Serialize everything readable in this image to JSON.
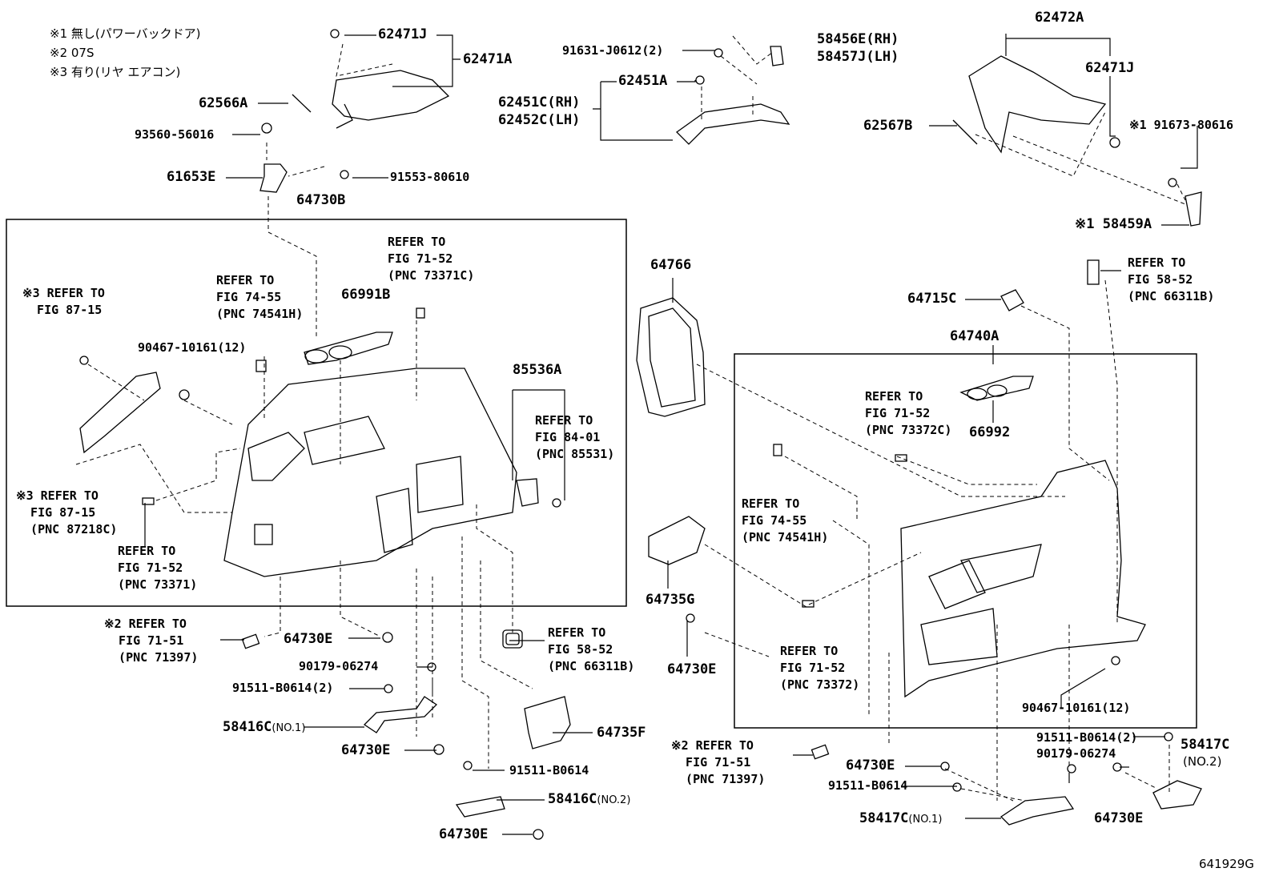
{
  "notes": [
    "※1 無し(パワーバックドア)",
    "※2 07S",
    "※3 有り(リヤ エアコン)"
  ],
  "parts": {
    "p62471J_top": "62471J",
    "p62471A": "62471A",
    "p62566A": "62566A",
    "p93560": "93560-56016",
    "p61653E": "61653E",
    "p64730B": "64730B",
    "p91553": "91553-80610",
    "p91631": "91631-J0612(2)",
    "p58456E": "58456E(RH)",
    "p58457J": "58457J(LH)",
    "p62451A": "62451A",
    "p62451C": "62451C(RH)",
    "p62452C": "62452C(LH)",
    "p62472A": "62472A",
    "p62471J_right": "62471J",
    "p62567B": "62567B",
    "p91673": "※1 91673-80616",
    "p58459A": "※1 58459A",
    "p66991B": "66991B",
    "p90467_left": "90467-10161(12)",
    "p85536A": "85536A",
    "p64766": "64766",
    "p64715C": "64715C",
    "p64740A": "64740A",
    "p66992": "66992",
    "p64735G": "64735G",
    "p64730E_a": "64730E",
    "p64730E_b": "64730E",
    "p90179_left": "90179-06274",
    "p91511_left2": "91511-B0614(2)",
    "p58416C_no1": "58416C",
    "p58416C_no1_suffix": "(NO.1)",
    "p64730E_c": "64730E",
    "p64735F": "64735F",
    "p91511_mid": "91511-B0614",
    "p58416C_no2": "58416C",
    "p58416C_no2_suffix": "(NO.2)",
    "p64730E_d": "64730E",
    "p90467_right": "90467-10161(12)",
    "p91511_right2": "91511-B0614(2)",
    "p90179_right": "90179-06274",
    "p58417C_top": "58417C",
    "p58417C_no2": "(NO.2)",
    "p64730E_e": "64730E",
    "p91511_right": "91511-B0614",
    "p58417C_no1": "58417C",
    "p58417C_no1_suffix": "(NO.1)",
    "p64730E_f": "64730E"
  },
  "refs": {
    "r1": "※3 REFER TO\n  FIG 87-15",
    "r2": "REFER TO\nFIG 74-55\n(PNC 74541H)",
    "r3": "REFER TO\nFIG 71-52\n(PNC 73371C)",
    "r4": "REFER TO\nFIG 84-01\n(PNC 85531)",
    "r5": "※3 REFER TO\n  FIG 87-15\n  (PNC 87218C)",
    "r6": "REFER TO\nFIG 71-52\n(PNC 73371)",
    "r7": "※2 REFER TO\n  FIG 71-51\n  (PNC 71397)",
    "r8": "REFER TO\nFIG 58-52\n(PNC 66311B)",
    "r9": "REFER TO\nFIG 58-52\n(PNC 66311B)",
    "r10": "REFER TO\nFIG 71-52\n(PNC 73372C)",
    "r11": "REFER TO\nFIG 74-55\n(PNC 74541H)",
    "r12": "REFER TO\nFIG 71-52\n(PNC 73372)",
    "r13": "※2 REFER TO\n  FIG 71-51\n  (PNC 71397)"
  },
  "code": "641929G"
}
